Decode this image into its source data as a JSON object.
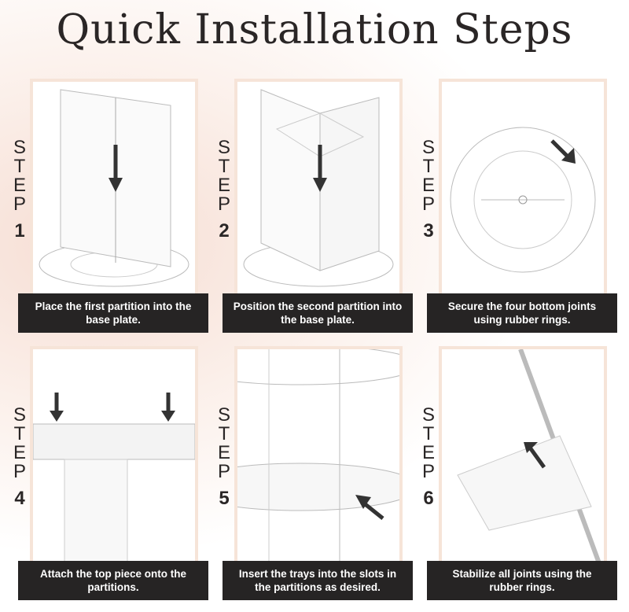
{
  "title": "Quick Installation Steps",
  "step_word": [
    "S",
    "T",
    "E",
    "P"
  ],
  "steps": [
    {
      "number": "1",
      "caption": "Place the first partition into the base plate."
    },
    {
      "number": "2",
      "caption": "Position the second partition into the base plate."
    },
    {
      "number": "3",
      "caption": "Secure the four bottom joints using rubber rings."
    },
    {
      "number": "4",
      "caption": "Attach the top piece onto the partitions."
    },
    {
      "number": "5",
      "caption": "Insert the trays into the slots in the partitions as desired."
    },
    {
      "number": "6",
      "caption": "Stabilize all joints using the rubber rings."
    }
  ]
}
